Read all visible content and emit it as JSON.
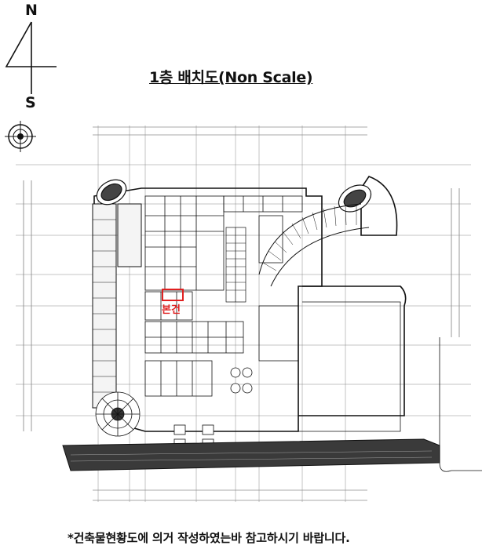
{
  "compass": {
    "north": "N",
    "south": "S"
  },
  "title": "1층 배치도(Non Scale)",
  "marker": {
    "label": "본건",
    "color": "#e02020"
  },
  "footnote": "*건축물현황도에 의거 작성하였는바 참고하시기 바랍니다."
}
